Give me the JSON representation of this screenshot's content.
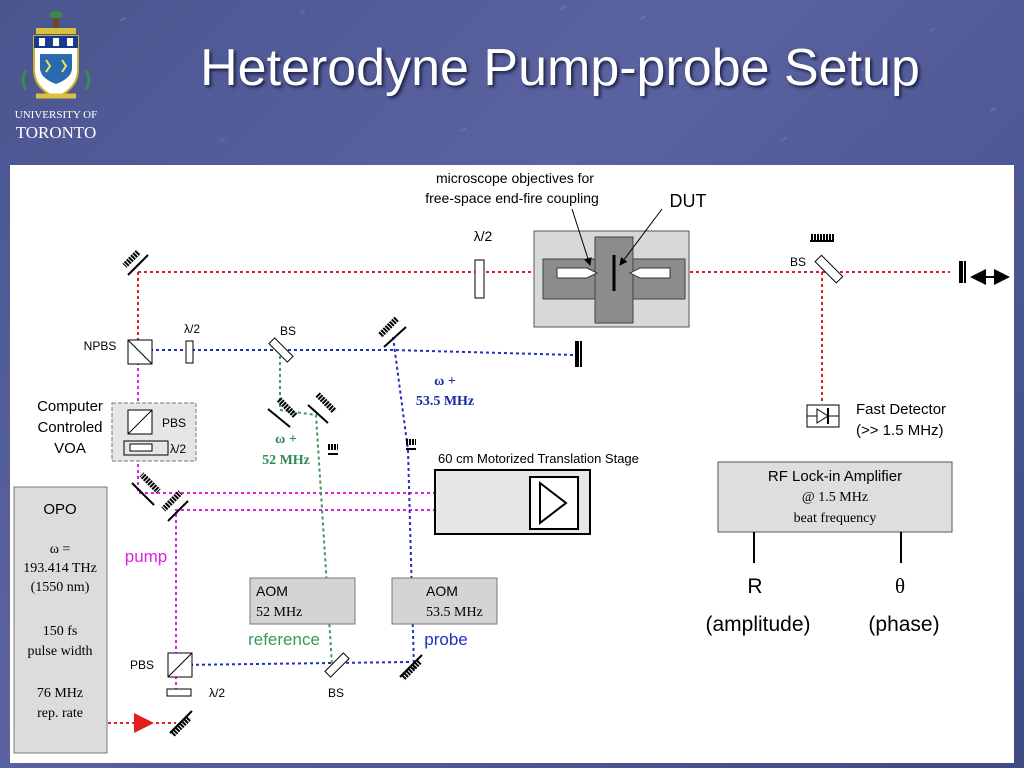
{
  "slide": {
    "title": "Heterodyne Pump-probe Setup",
    "logo": {
      "university_line1": "UNIVERSITY OF",
      "university_line2": "TORONTO"
    }
  },
  "labels": {
    "microscope_line1": "microscope objectives for",
    "microscope_line2": "free-space end-fire coupling",
    "dut": "DUT",
    "halfwave_top": "λ/2",
    "bs_top_right": "BS",
    "npbs": "NPBS",
    "halfwave_mid": "λ/2",
    "bs_mid": "BS",
    "omega_probe_line1": "ω +",
    "omega_probe_line2": "53.5 MHz",
    "omega_ref_line1": "ω +",
    "omega_ref_line2": "52 MHz",
    "fast_detector_line1": "Fast Detector",
    "fast_detector_line2": "(>> 1.5 MHz)",
    "voa_line1": "Computer",
    "voa_line2": "Controled",
    "voa_line3": "VOA",
    "voa_pbs": "PBS",
    "voa_halfwave": "λ/2",
    "stage": "60 cm Motorized Translation Stage",
    "lockin_line1": "RF Lock-in Amplifier",
    "lockin_line2": "@ 1.5 MHz",
    "lockin_line3": "beat frequency",
    "r_symbol": "R",
    "theta_symbol": "θ",
    "amplitude": "(amplitude)",
    "phase": "(phase)",
    "opo_title": "OPO",
    "opo_omega": "ω =",
    "opo_freq": "193.414 THz",
    "opo_wavelength": "(1550 nm)",
    "opo_pulse1": "150 fs",
    "opo_pulse2": "pulse width",
    "opo_rep1": "76 MHz",
    "opo_rep2": "rep. rate",
    "pump": "pump",
    "aom1_line1": "AOM",
    "aom1_line2": "52 MHz",
    "aom2_line1": "AOM",
    "aom2_line2": "53.5 MHz",
    "reference": "reference",
    "probe": "probe",
    "pbs_bottom": "PBS",
    "halfwave_bottom": "λ/2",
    "bs_bottom": "BS"
  },
  "colors": {
    "pump_beam": "#e020e0",
    "probe_beam": "#2030c0",
    "reference_beam": "#3a9a5a",
    "main_beam": "#e02020",
    "omega_probe_text": "#1a2aa0",
    "omega_ref_text": "#2e8b57"
  }
}
